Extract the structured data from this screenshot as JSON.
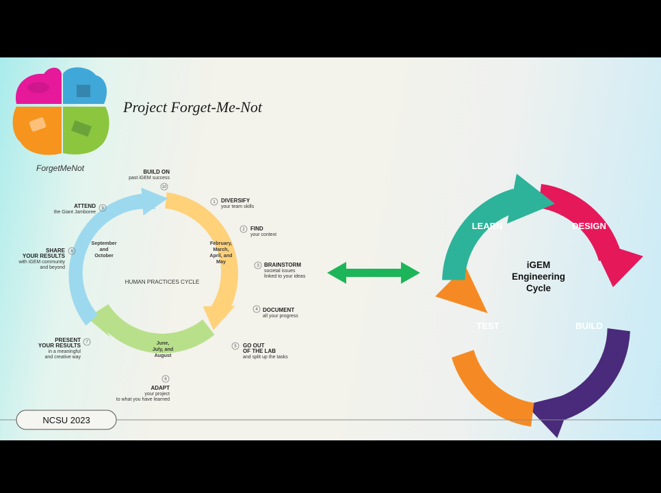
{
  "title": "Project Forget-Me-Not",
  "logo_text": "ForgetMeNot",
  "footer": "NCSU 2023",
  "hp_cycle": {
    "center": "HUMAN PRACTICES CYCLE",
    "segments": {
      "top_right": [
        "February,",
        "March,",
        "April, and",
        "May"
      ],
      "bottom": [
        "June,",
        "July, and",
        "August"
      ],
      "left": [
        "September",
        "and",
        "October"
      ]
    },
    "steps": [
      {
        "num": "1",
        "title": [
          "DIVERSIFY"
        ],
        "sub": [
          "your team skills"
        ]
      },
      {
        "num": "2",
        "title": [
          "FIND"
        ],
        "sub": [
          "your context"
        ]
      },
      {
        "num": "3",
        "title": [
          "BRAINSTORM"
        ],
        "sub": [
          "societal issues",
          "linked to your ideas"
        ]
      },
      {
        "num": "4",
        "title": [
          "DOCUMENT"
        ],
        "sub": [
          "all your progress"
        ]
      },
      {
        "num": "5",
        "title": [
          "GO OUT",
          "OF THE LAB"
        ],
        "sub": [
          "and split up the tasks"
        ]
      },
      {
        "num": "6",
        "title": [
          "ADAPT"
        ],
        "sub": [
          "your project",
          "to what you have learned"
        ]
      },
      {
        "num": "7",
        "title": [
          "PRESENT",
          "YOUR RESULTS"
        ],
        "sub": [
          "in a meaningful",
          "and creative way"
        ]
      },
      {
        "num": "8",
        "title": [
          "SHARE",
          "YOUR RESULTS"
        ],
        "sub": [
          "with iGEM community",
          "and beyond"
        ]
      },
      {
        "num": "9",
        "title": [
          "ATTEND"
        ],
        "sub": [
          "the Giant Jamboree"
        ]
      },
      {
        "num": "10",
        "title": [
          "BUILD ON"
        ],
        "sub": [
          "past iGEM success"
        ]
      }
    ]
  },
  "eng_cycle": {
    "center": [
      "iGEM",
      "Engineering",
      "Cycle"
    ],
    "stages": [
      "LEARN",
      "DESIGN",
      "BUILD",
      "TEST"
    ],
    "colors": {
      "learn": "#2db39a",
      "design": "#e5195a",
      "build": "#4a2a7a",
      "test": "#f58a24"
    }
  },
  "colors": {
    "arrow": "#1db55a",
    "hp_orange": "#ffd27a",
    "hp_green": "#b8e08a",
    "hp_blue": "#9dd9ee"
  }
}
